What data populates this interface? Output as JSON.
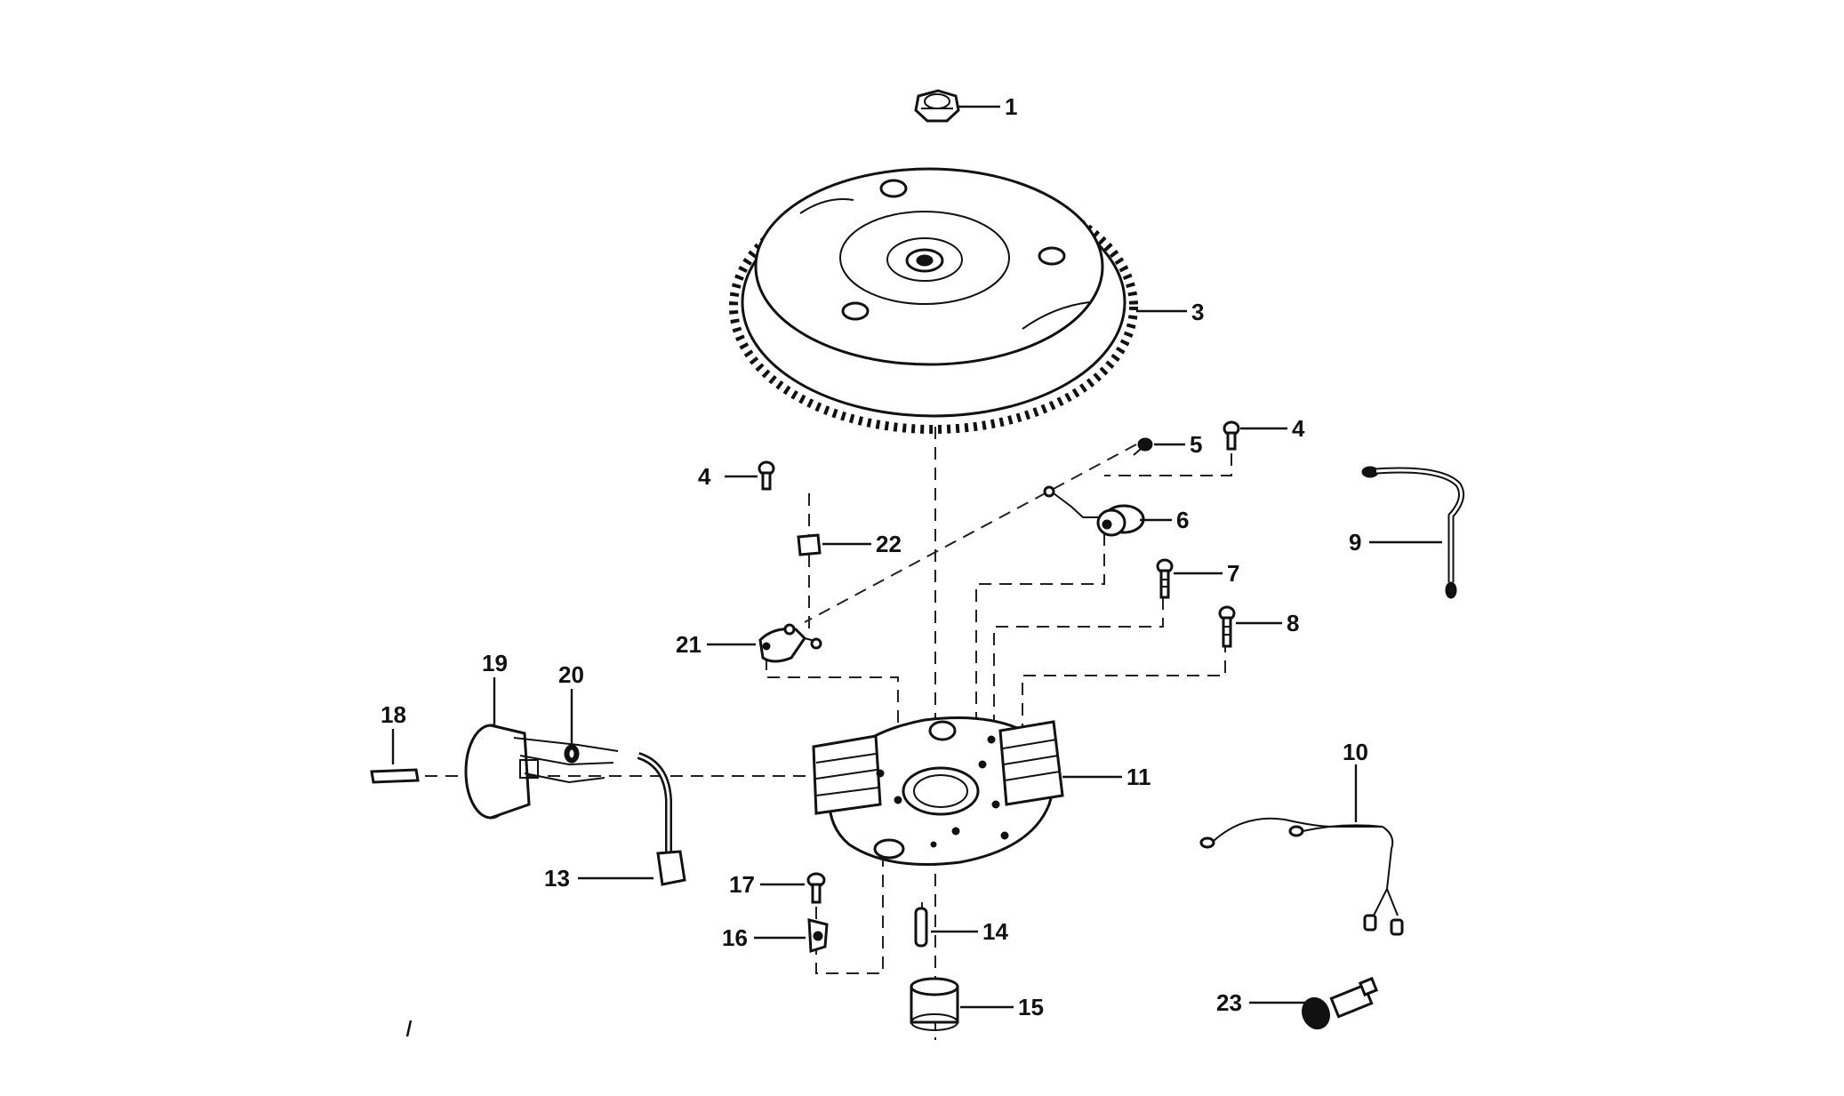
{
  "colors": {
    "ink": "#111111",
    "paper": "#ffffff"
  },
  "callouts": {
    "c1": "1",
    "c3": "3",
    "c4a": "4",
    "c4b": "4",
    "c5": "5",
    "c6": "6",
    "c7": "7",
    "c8": "8",
    "c9": "9",
    "c10": "10",
    "c11": "11",
    "c13": "13",
    "c14": "14",
    "c15": "15",
    "c16": "16",
    "c17": "17",
    "c18": "18",
    "c19": "19",
    "c20": "20",
    "c21": "21",
    "c22": "22",
    "c23": "23"
  }
}
